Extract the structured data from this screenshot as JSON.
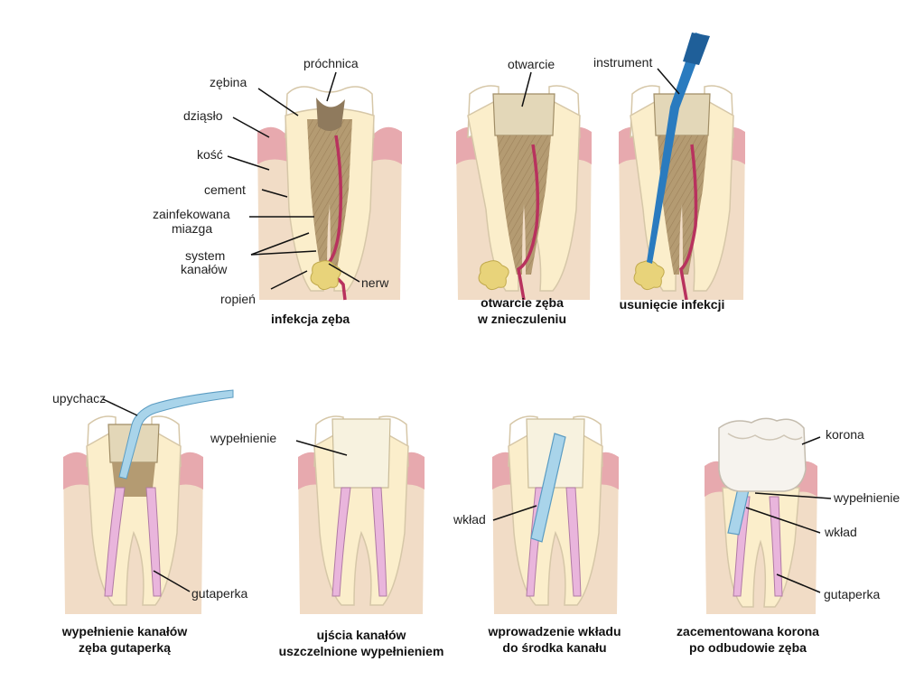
{
  "panels": {
    "p1": {
      "caption": [
        "infekcja zęba"
      ],
      "labels": {
        "prochnica": "próchnica",
        "zebina": "zębina",
        "dziaslo": "dziąsło",
        "kosc": "kość",
        "cement": "cement",
        "miazga1": "zainfekowana",
        "miazga2": "miazga",
        "system1": "system",
        "system2": "kanałów",
        "ropien": "ropień",
        "nerw": "nerw"
      }
    },
    "p2": {
      "caption": [
        "otwarcie zęba",
        "w znieczuleniu"
      ],
      "labels": {
        "otwarcie": "otwarcie"
      }
    },
    "p3": {
      "caption": [
        "usunięcie infekcji"
      ],
      "labels": {
        "instrument": "instrument"
      }
    },
    "p4": {
      "caption": [
        "wypełnienie kanałów",
        "zęba gutaperką"
      ],
      "labels": {
        "upychacz": "upychacz",
        "gutaperka": "gutaperka"
      }
    },
    "p5": {
      "caption": [
        "ujścia kanałów",
        "uszczelnione wypełnieniem"
      ],
      "labels": {
        "wypelnienie": "wypełnienie"
      }
    },
    "p6": {
      "caption": [
        "wprowadzenie wkładu",
        "do środka kanału"
      ],
      "labels": {
        "wklad": "wkład"
      }
    },
    "p7": {
      "caption": [
        "zacementowana korona",
        "po odbudowie zęba"
      ],
      "labels": {
        "korona": "korona",
        "wypelnienie": "wypełnienie",
        "wklad": "wkład",
        "gutaperka": "gutaperka"
      }
    }
  },
  "colors": {
    "bone": "#f1dcc6",
    "gum": "#e7a9ae",
    "enamel": "#ffffff",
    "dentin": "#fbeecb",
    "pulp": "#f7d79c",
    "infection": "#b49b72",
    "nerve": "#b8325e",
    "gutta": "#e9b5dc",
    "instrument": "#2a7bbf",
    "post": "#a9d4ea",
    "crown": "#f6f3ee"
  }
}
